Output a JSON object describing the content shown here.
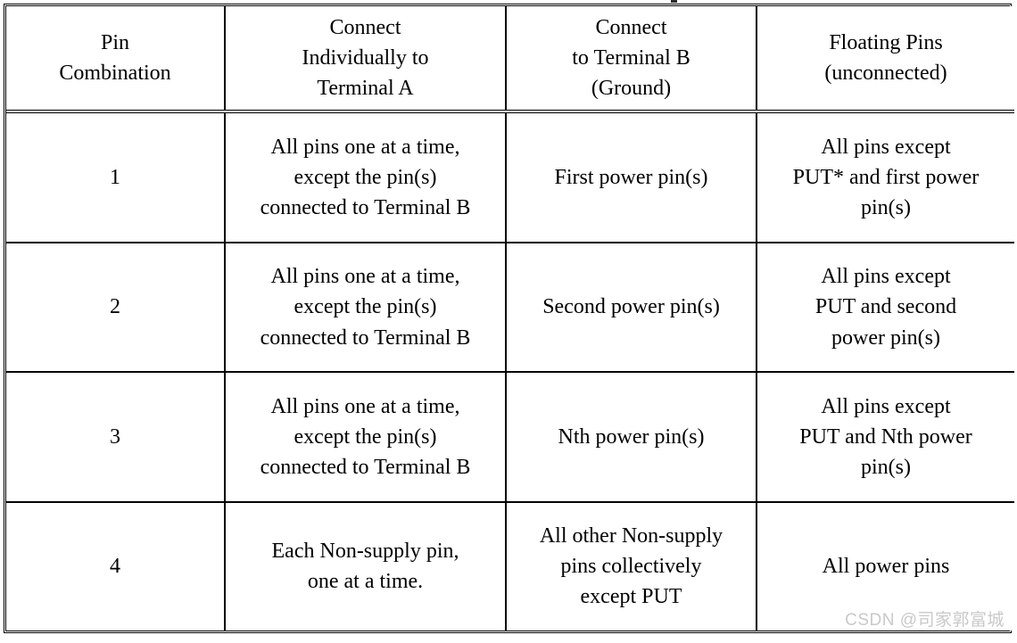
{
  "document": {
    "kind": "scanned-table",
    "watermark": "CSDN @司家郭富城"
  },
  "table": {
    "columns": [
      {
        "id": "pin-combination",
        "lines": [
          "Pin",
          "Combination"
        ]
      },
      {
        "id": "connect-terminal-a",
        "lines": [
          "Connect",
          "Individually to",
          "Terminal A"
        ]
      },
      {
        "id": "connect-terminal-b",
        "lines": [
          "Connect",
          "to Terminal B",
          "(Ground)"
        ]
      },
      {
        "id": "floating-pins",
        "lines": [
          "Floating Pins",
          "(unconnected)"
        ]
      }
    ],
    "rows": [
      {
        "combination": "1",
        "terminal_a": [
          "All pins one at a time,",
          "except the pin(s)",
          "connected to Terminal B"
        ],
        "terminal_b": [
          "First power pin(s)"
        ],
        "floating": [
          "All pins except",
          "PUT* and first power",
          "pin(s)"
        ]
      },
      {
        "combination": "2",
        "terminal_a": [
          "All pins one at a time,",
          "except the pin(s)",
          "connected to Terminal B"
        ],
        "terminal_b": [
          "Second power pin(s)"
        ],
        "floating": [
          "All pins except",
          "PUT and second",
          "power pin(s)"
        ]
      },
      {
        "combination": "3",
        "terminal_a": [
          "All pins one at a time,",
          "except the pin(s)",
          "connected to Terminal B"
        ],
        "terminal_b": [
          "Nth power pin(s)"
        ],
        "floating": [
          "All pins except",
          "PUT and Nth power",
          "pin(s)"
        ]
      },
      {
        "combination": "4",
        "terminal_a": [
          "Each Non-supply pin,",
          "one at a time."
        ],
        "terminal_b": [
          "All other Non-supply",
          "pins collectively",
          "except PUT"
        ],
        "floating": [
          "All power pins"
        ]
      }
    ]
  },
  "colors": {
    "border": "#000000",
    "text": "#000000",
    "background": "#ffffff",
    "watermark": "#c9c9c9"
  }
}
